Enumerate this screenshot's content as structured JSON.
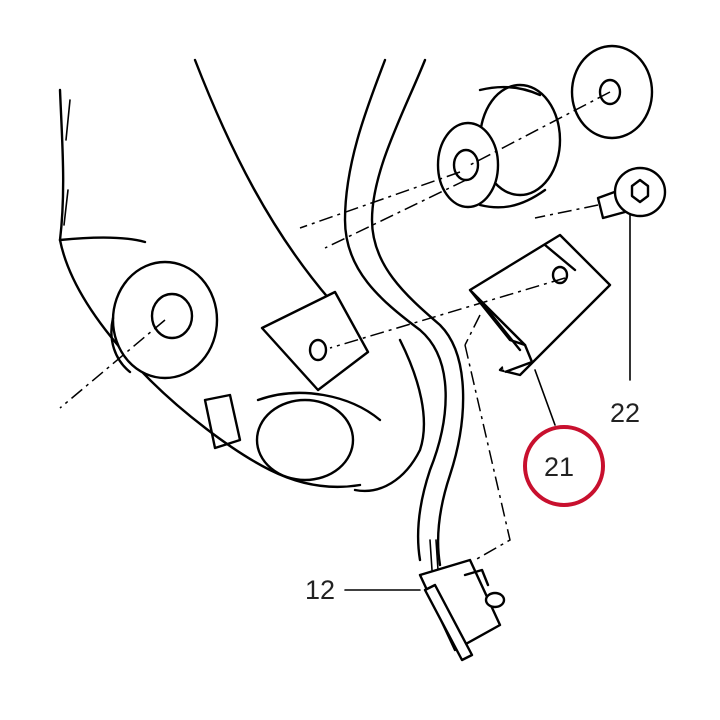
{
  "callouts": {
    "part_12": "12",
    "part_21": "21",
    "part_22": "22"
  },
  "highlight": {
    "target": "21",
    "color": "#c8102e"
  }
}
